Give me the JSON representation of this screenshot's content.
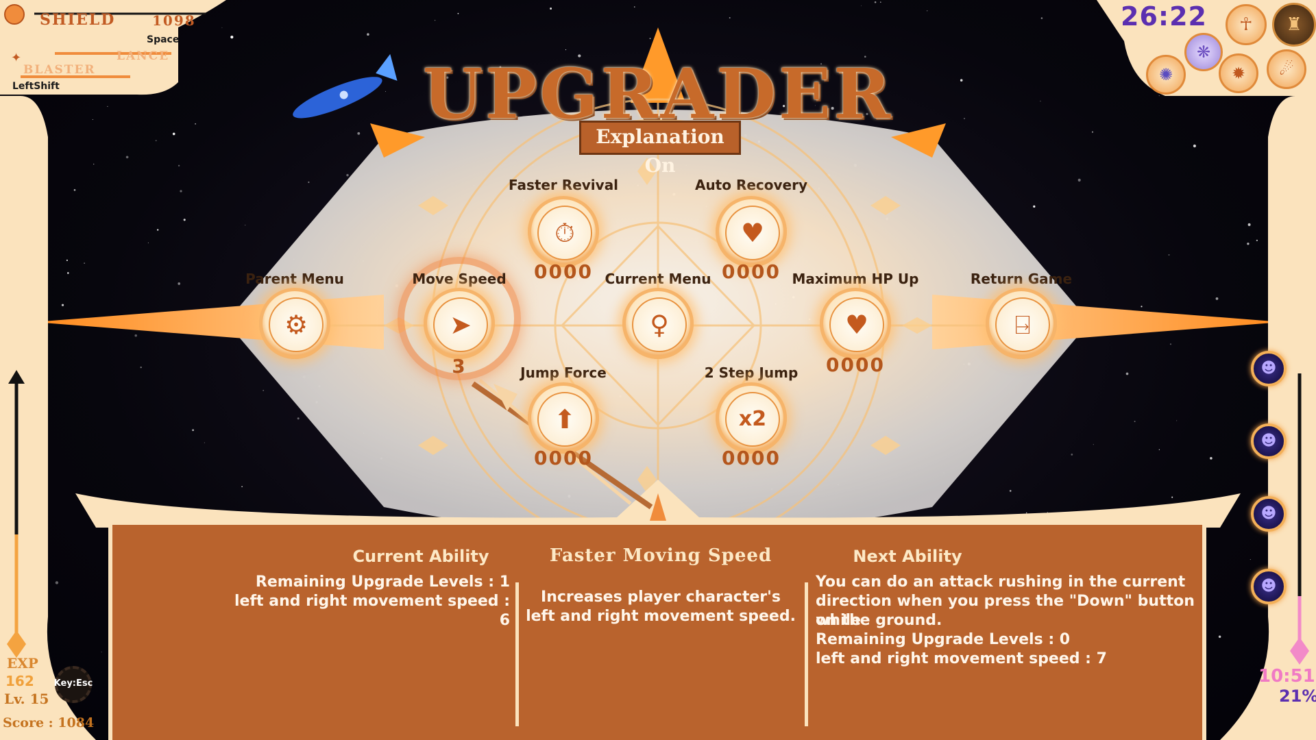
{
  "hud": {
    "shield_label": "SHIELD",
    "shield_value": "1098",
    "space_key": "Space",
    "lance_label": "LANCE",
    "blaster_label": "BLASTER",
    "leftshift_key": "LeftShift",
    "timer": "26:22",
    "exp_label": "EXP",
    "exp_value": "162",
    "level": "Lv. 15",
    "settings_key": "Key:Esc",
    "score": "Score :  1084",
    "time_right": "10:51",
    "percent_right": "21%"
  },
  "upgrader": {
    "title": "UPGRADER",
    "explanation_badge": "Explanation On",
    "nodes": {
      "faster_revival": {
        "label": "Faster Revival",
        "level": "0000"
      },
      "auto_recovery": {
        "label": "Auto Recovery",
        "level": "0000"
      },
      "parent_menu": {
        "label": "Parent Menu"
      },
      "move_speed": {
        "label": "Move Speed",
        "level": "3"
      },
      "current_menu": {
        "label": "Current Menu"
      },
      "maximum_hp_up": {
        "label": "Maximum HP Up",
        "level": "0000"
      },
      "return_game": {
        "label": "Return Game"
      },
      "jump_force": {
        "label": "Jump Force",
        "level": "0000"
      },
      "two_step_jump": {
        "label": "2 Step Jump",
        "level": "0000",
        "badge": "x2"
      }
    }
  },
  "info": {
    "current_title": "Current Ability",
    "current_line1": "Remaining Upgrade Levels : 1",
    "current_line2": "left and right movement speed : 6",
    "center_title": "Faster Moving Speed",
    "center_line1": "Increases player character's",
    "center_line2": "left and right movement speed.",
    "next_title": "Next Ability",
    "next_line1": "You can do an attack rushing in the current",
    "next_line2": "direction when you press the \"Down\" button while",
    "next_line3": "on the ground.",
    "next_line4": "Remaining Upgrade Levels : 0",
    "next_line5": "left and right movement speed : 7"
  },
  "colors": {
    "accent_orange": "#b9632d",
    "cream": "#fbe3bd",
    "title_orange": "#c76a2a",
    "timer_purple": "#5b2fb0"
  }
}
